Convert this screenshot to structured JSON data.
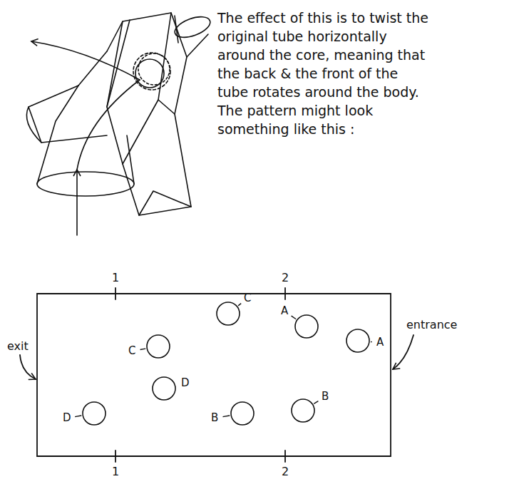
{
  "diagram": {
    "nodes": [
      {
        "text": [
          "C"
        ]
      },
      {
        "text": [
          "A"
        ]
      },
      {
        "text": [
          "A"
        ]
      },
      {
        "text": [
          "C"
        ]
      },
      {
        "text": [
          "D"
        ]
      },
      {
        "text": [
          "B"
        ]
      },
      {
        "text": [
          "D"
        ]
      },
      {
        "text": [
          "B"
        ]
      }
    ],
    "labels": [
      "The effect of this is to twist the original tube horizontally around the core, meaning that the back & the front of the tube rotates around the body. The pattern might look something like this :",
      "1",
      "2",
      "exit",
      "entrance",
      "1",
      "2"
    ]
  }
}
